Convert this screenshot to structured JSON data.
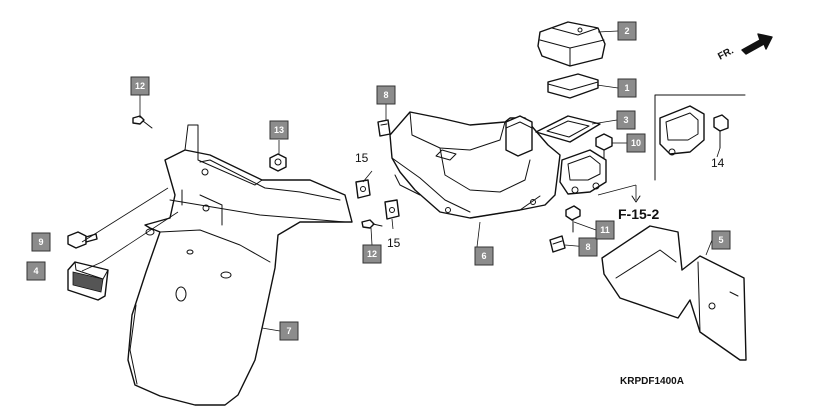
{
  "diagram": {
    "code": "KRPDF1400A",
    "reference": "F-15-2",
    "direction_label": "FR.",
    "callouts": [
      "1",
      "2",
      "3",
      "4",
      "5",
      "6",
      "7",
      "8",
      "8",
      "9",
      "10",
      "11",
      "12",
      "12",
      "13"
    ],
    "plain_labels": [
      "14",
      "15",
      "15"
    ]
  },
  "colors": {
    "callout_fill": "#8c8c8c",
    "line": "#111111",
    "background": "#ffffff"
  }
}
